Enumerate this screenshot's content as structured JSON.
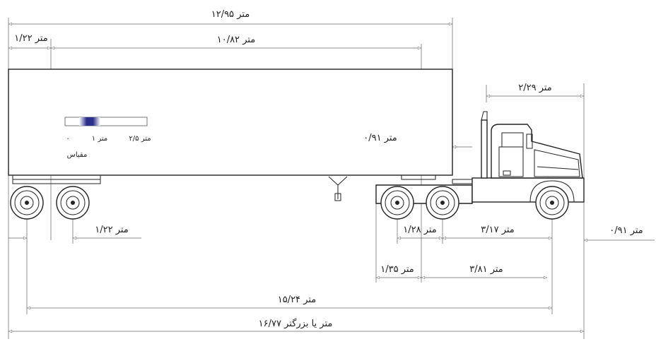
{
  "dimensions": {
    "overall_trailer": "۱۲/۹۵ متر",
    "front_overhang": "۱/۲۲ متر",
    "trailer_body": "۱۰/۸۲ متر",
    "tractor_front": "۲/۲۹ متر",
    "kingpin_offset": "۰/۹۱ متر",
    "rear_axle_spacing": "۱/۲۲ متر",
    "tandem_spacing": "۱/۲۸ متر",
    "tractor_wheelbase_a": "۳/۱۷ متر",
    "front_clearance": "۰/۹۱ متر",
    "tandem_spacing_b": "۱/۳۵ متر",
    "tractor_wheelbase_b": "۳/۸۱ متر",
    "axle_span": "۱۵/۲۴ متر",
    "overall_length": "۱۶/۷۷ متر یا بزرگتر"
  },
  "scale_bar": {
    "label": "مقیاس",
    "tick_0": "۰",
    "tick_1": "۱ متر",
    "tick_2": "۲/۵ متر"
  }
}
